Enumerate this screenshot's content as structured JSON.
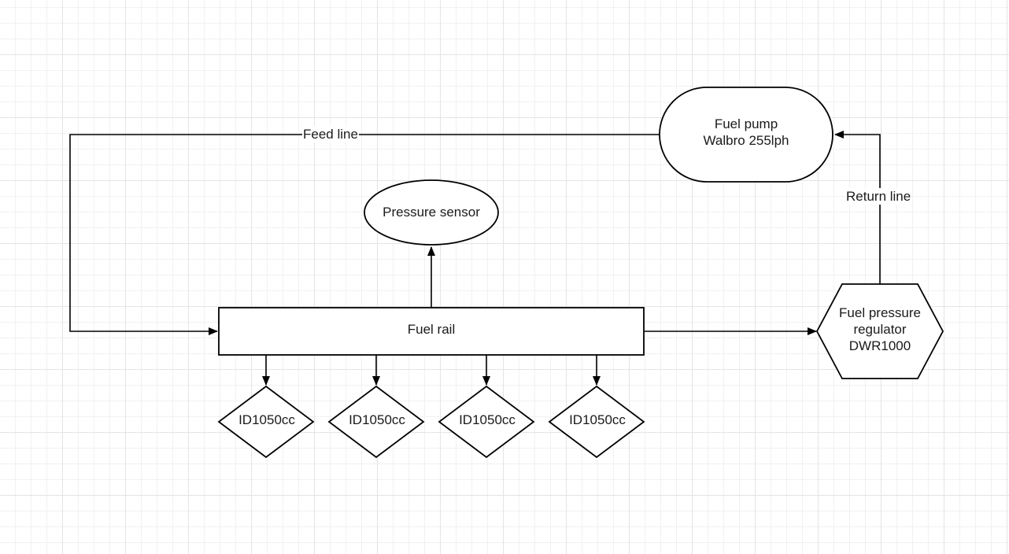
{
  "nodes": {
    "fuel_pump": {
      "line1": "Fuel pump",
      "line2": "Walbro 255lph"
    },
    "pressure_sensor": {
      "label": "Pressure sensor"
    },
    "fuel_rail": {
      "label": "Fuel rail"
    },
    "regulator": {
      "line1": "Fuel pressure",
      "line2": "regulator",
      "line3": "DWR1000"
    },
    "injectors": [
      "ID1050cc",
      "ID1050cc",
      "ID1050cc",
      "ID1050cc"
    ]
  },
  "edges": {
    "feed_line": "Feed line",
    "return_line": "Return line"
  },
  "colors": {
    "stroke": "#000000",
    "fill": "#ffffff",
    "grid": "#e4e4e4",
    "text": "#1a1a1a"
  }
}
